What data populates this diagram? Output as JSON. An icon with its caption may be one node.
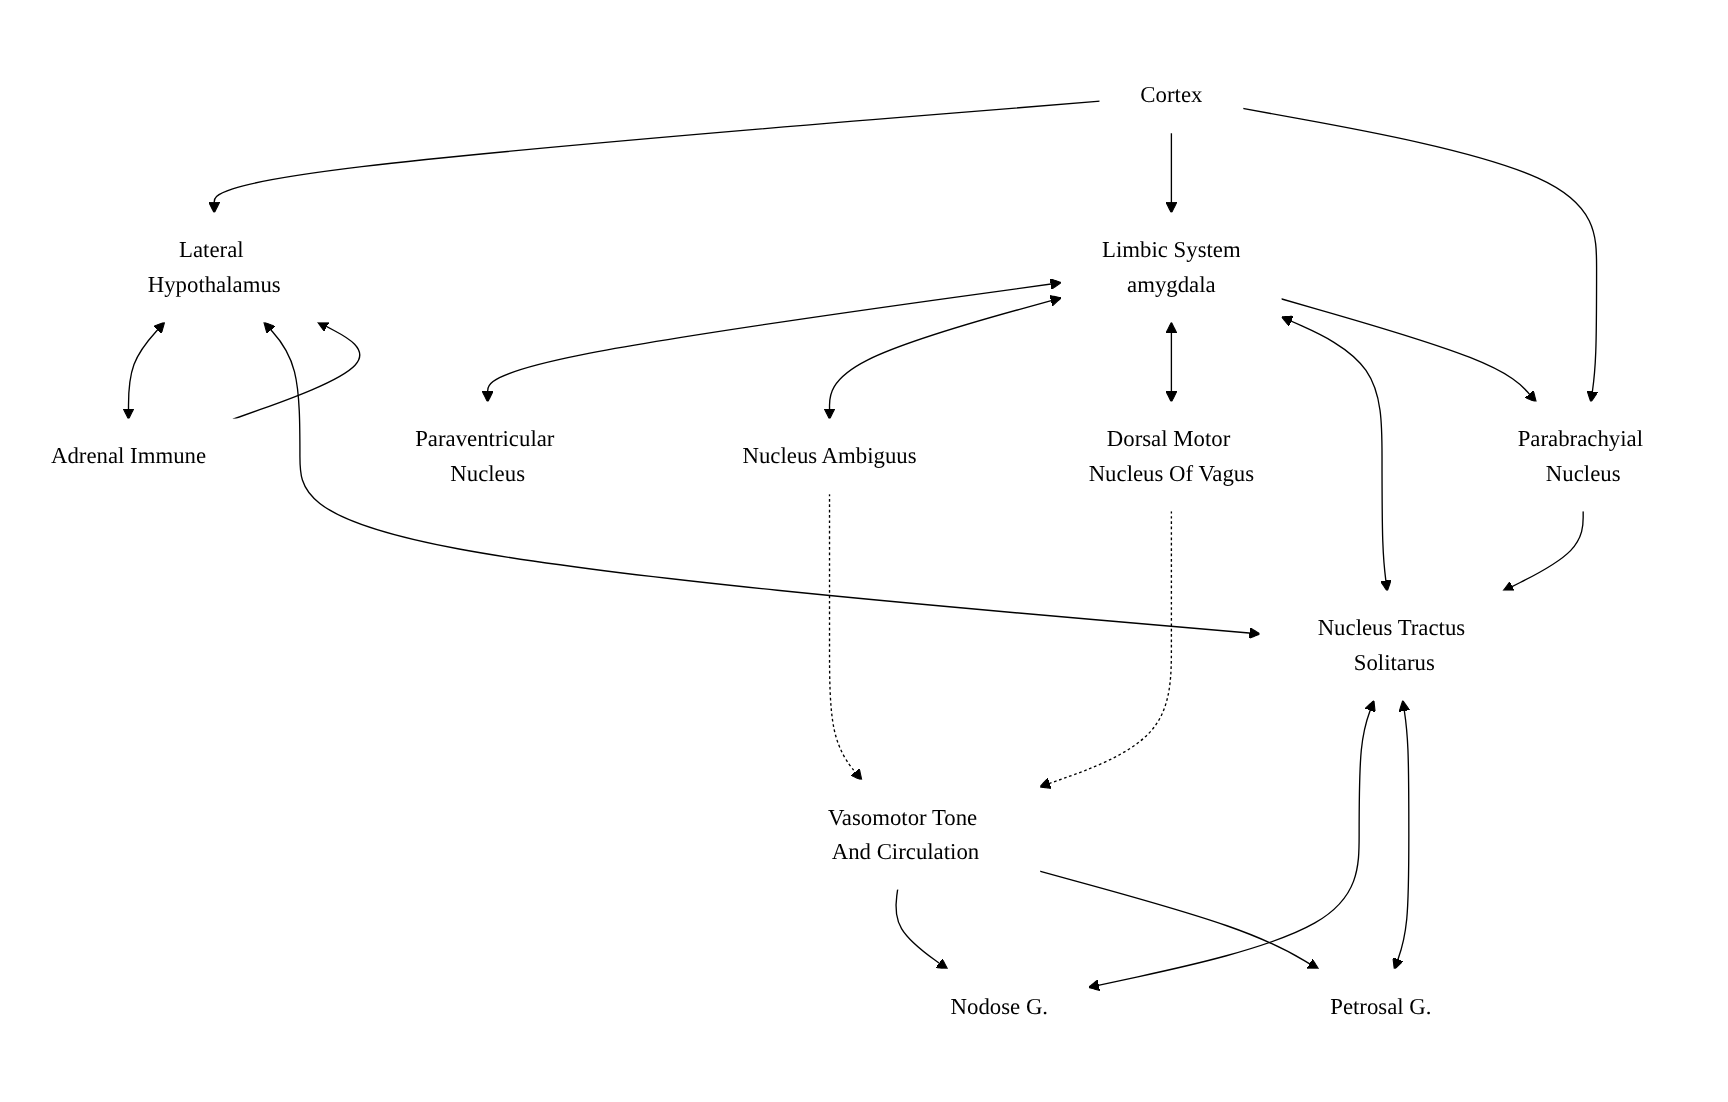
{
  "diagram": {
    "nodes": [
      {
        "text": [
          "Cortex"
        ]
      },
      {
        "text": [
          "Limbic System",
          "amygdala"
        ]
      },
      {
        "text": [
          "Lateral Hypothalamus"
        ]
      },
      {
        "text": [
          "Paraventricular Nucleus"
        ]
      },
      {
        "text": [
          "Nucleus Ambiguus"
        ]
      },
      {
        "text": [
          "Adrenal Immune"
        ]
      },
      {
        "text": [
          "Dorsal Motor Nucleus Of Vagus"
        ]
      },
      {
        "text": [
          "Parabrachyial Nucleus"
        ]
      },
      {
        "text": [
          "Nucleus Tractus Solitarus"
        ]
      },
      {
        "text": [
          "Nodose G."
        ]
      },
      {
        "text": [
          "Petrosal G."
        ]
      },
      {
        "text": [
          "Vasomotor Tone And Circulation"
        ]
      }
    ],
    "edges": [
      {
        "from": 0,
        "to": 2,
        "arrow": "to"
      },
      {
        "from": 0,
        "to": 1,
        "arrow": "to"
      },
      {
        "from": 0,
        "to": 7,
        "arrow": "to"
      },
      {
        "from": 3,
        "to": 1,
        "arrow": "both"
      },
      {
        "from": 4,
        "to": 1,
        "arrow": "both"
      },
      {
        "from": 6,
        "to": 1,
        "arrow": "both"
      },
      {
        "from": 8,
        "to": 1,
        "arrow": "both"
      },
      {
        "from": 1,
        "to": 7,
        "arrow": "to"
      },
      {
        "from": 5,
        "to": 2,
        "arrow": "both"
      },
      {
        "from": 5,
        "to": 2,
        "arrow": "to"
      },
      {
        "from": 2,
        "to": 8,
        "arrow": "both"
      },
      {
        "from": 4,
        "to": 11,
        "arrow": "to",
        "style": "dashed"
      },
      {
        "from": 6,
        "to": 11,
        "arrow": "to",
        "style": "dashed"
      },
      {
        "from": 7,
        "to": 8,
        "arrow": "to"
      },
      {
        "from": 8,
        "to": 9,
        "arrow": "both"
      },
      {
        "from": 8,
        "to": 10,
        "arrow": "both"
      },
      {
        "from": 11,
        "to": 9,
        "arrow": "to"
      },
      {
        "from": 11,
        "to": 10,
        "arrow": "to"
      }
    ]
  }
}
